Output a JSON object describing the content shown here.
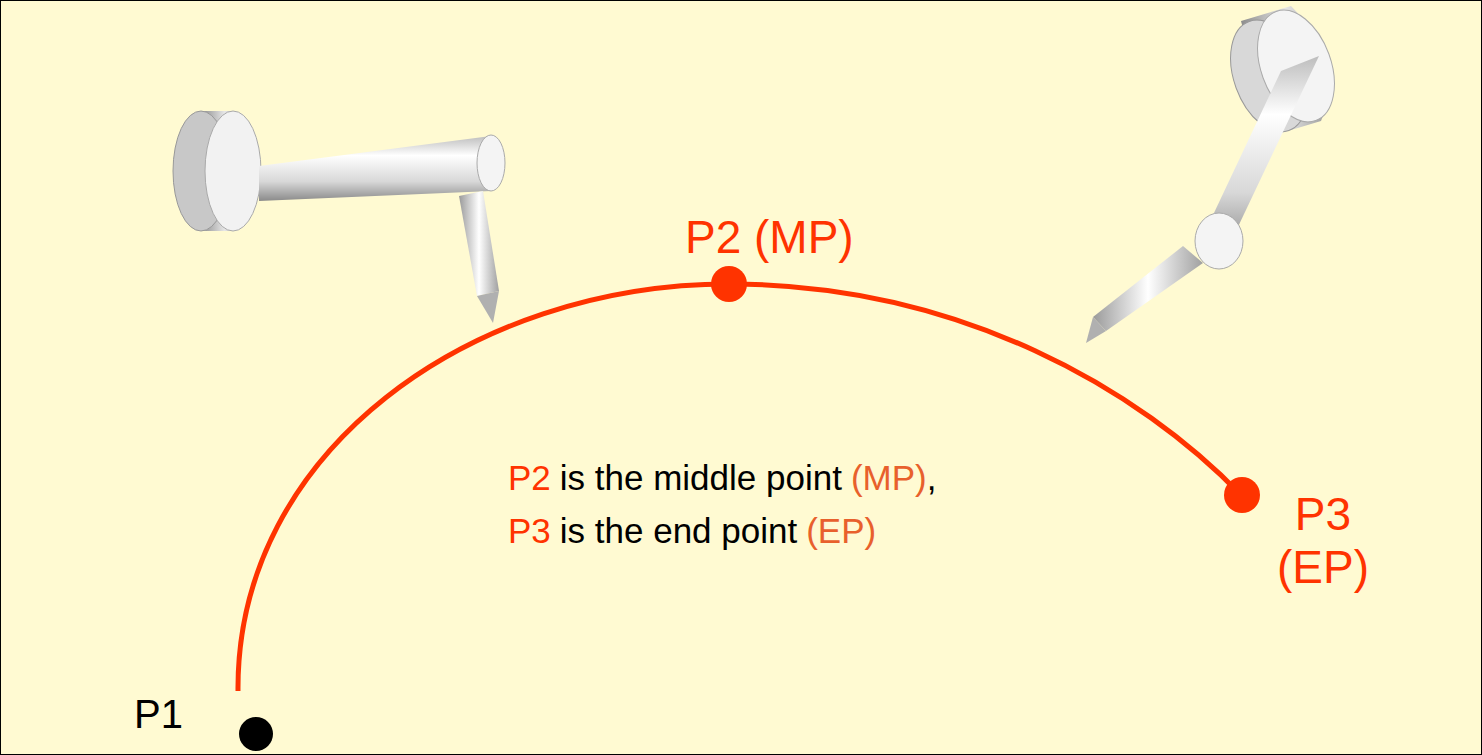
{
  "diagram": {
    "labels": [
      "P1",
      "P2 (MP)",
      "P3 (EP)",
      "P2",
      "is the middle point",
      "(MP)",
      ",",
      "P3",
      "is the end point",
      "(EP)"
    ]
  }
}
